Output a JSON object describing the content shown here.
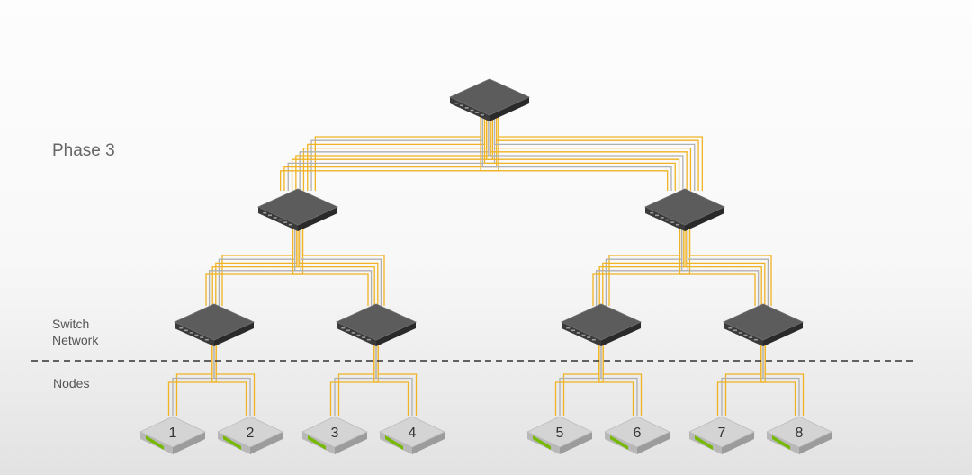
{
  "phase_title": "Phase 3",
  "switch_network_label": "Switch\nNetwork",
  "nodes_label": "Nodes",
  "colors": {
    "link_primary": "#f0b323",
    "link_secondary": "#b0b0b0",
    "switch_body": "#5c5c5c",
    "node_accent": "#76b900",
    "divider": "#333333"
  },
  "nodes": [
    {
      "number": "1"
    },
    {
      "number": "2"
    },
    {
      "number": "3"
    },
    {
      "number": "4"
    },
    {
      "number": "5"
    },
    {
      "number": "6"
    },
    {
      "number": "7"
    },
    {
      "number": "8"
    }
  ]
}
